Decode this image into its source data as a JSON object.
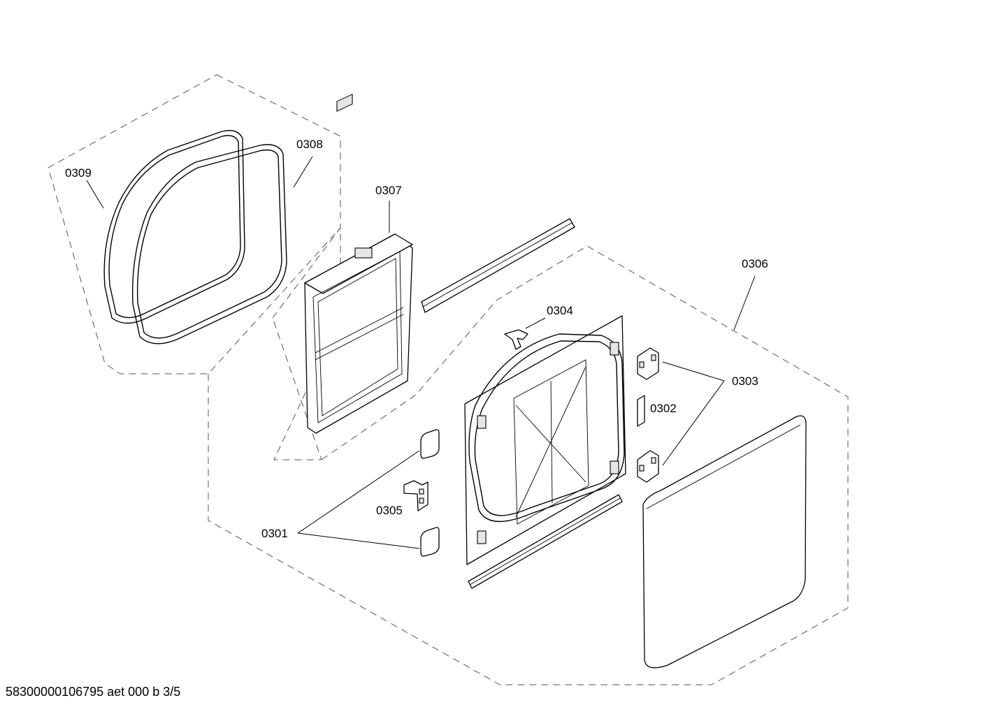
{
  "document_id": "58300000106795 aet 000 b 3/5",
  "callouts": [
    {
      "key": "p0309",
      "label": "0309"
    },
    {
      "key": "p0308",
      "label": "0308"
    },
    {
      "key": "p0307",
      "label": "0307"
    },
    {
      "key": "p0306",
      "label": "0306"
    },
    {
      "key": "p0304",
      "label": "0304"
    },
    {
      "key": "p0303",
      "label": "0303"
    },
    {
      "key": "p0302",
      "label": "0302"
    },
    {
      "key": "p0305",
      "label": "0305"
    },
    {
      "key": "p0301",
      "label": "0301"
    }
  ]
}
